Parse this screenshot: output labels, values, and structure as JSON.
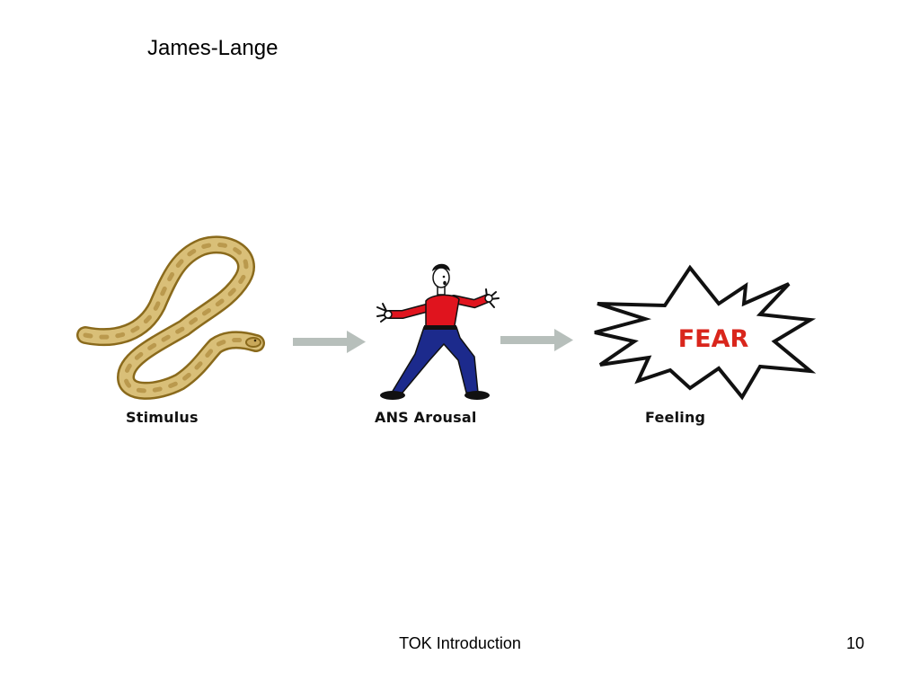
{
  "slide": {
    "title": "James-Lange",
    "footer": "TOK Introduction",
    "page_number": "10"
  },
  "diagram": {
    "stages": [
      {
        "label": "Stimulus",
        "icon": "snake-icon"
      },
      {
        "label": "ANS Arousal",
        "icon": "frightened-person-icon"
      },
      {
        "label": "Feeling",
        "icon": "fear-burst-icon"
      }
    ],
    "burst_text": "FEAR",
    "colors": {
      "arrow": "#b7bfbb",
      "burst_text": "#d9261c",
      "shirt": "#e0141e",
      "pants": "#1c2a8c",
      "snake_body": "#d9bf78",
      "snake_outline": "#8a6a1c"
    }
  }
}
